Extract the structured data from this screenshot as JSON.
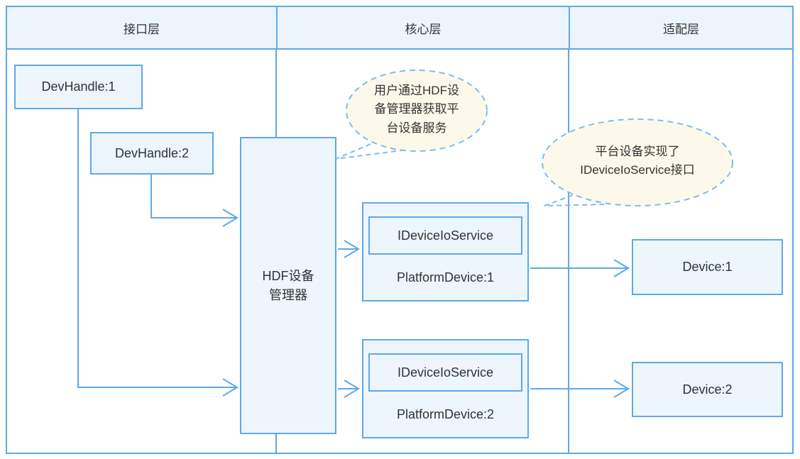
{
  "columns": [
    {
      "label": "接口层"
    },
    {
      "label": "核心层"
    },
    {
      "label": "适配层"
    }
  ],
  "nodes": {
    "dev_handle_1": {
      "label": "DevHandle:1"
    },
    "dev_handle_2": {
      "label": "DevHandle:2"
    },
    "hdf_manager": {
      "line1": "HDF设备",
      "line2": "管理器"
    },
    "platform_device_1": {
      "interface": "IDeviceIoService",
      "label": "PlatformDevice:1"
    },
    "platform_device_2": {
      "interface": "IDeviceIoService",
      "label": "PlatformDevice:2"
    },
    "device_1": {
      "label": "Device:1"
    },
    "device_2": {
      "label": "Device:2"
    }
  },
  "callouts": {
    "user_gets_service": {
      "lines": [
        "用户通过HDF设",
        "备管理器获取平",
        "台设备服务"
      ]
    },
    "implements_interface": {
      "lines": [
        "平台设备实现了",
        "IDeviceIoService接口"
      ]
    }
  },
  "colors": {
    "line": "#5ea9e8",
    "line_soft": "#7cbcee",
    "box_fill": "#edf5fd",
    "header_fill": "#ecf4fc",
    "callout_fill": "#fdf9ea",
    "text": "#333333"
  }
}
